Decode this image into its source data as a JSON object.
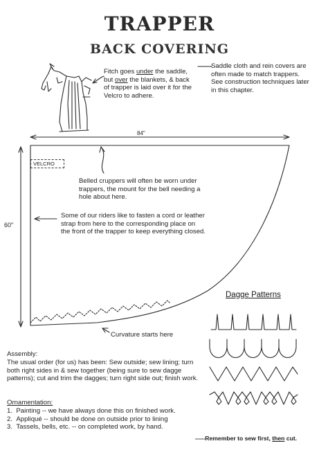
{
  "header": {
    "title": "TRAPPER",
    "subtitle": "BACK COVERING"
  },
  "notes": {
    "fitch": {
      "part1": "Fitch goes ",
      "under": "under",
      "part2": " the saddle, but ",
      "over": "over",
      "part3": " the blankets, & back of trapper is laid over it for the Velcro to adhere."
    },
    "saddle_cloth": "Saddle cloth and rein covers are often made to match trappers.  See construction techniques later in this chapter.",
    "belled_cruppers": "Belled cruppers will often be worn under trappers, the mount for the bell needing a hole about here.",
    "cord_strap": "Some of our riders like to fasten a cord or leather strap from here to the corresponding place on the front of the trapper to keep everything closed.",
    "curvature": "Curvature starts here"
  },
  "dimensions": {
    "width": "84\"",
    "height": "60\""
  },
  "velcro_label": "VELCRO",
  "dagge_title": "Dagge Patterns",
  "assembly": {
    "heading": "Assembly:",
    "text": "The usual order (for us) has been: Sew outside; sew lining; turn both right sides in & sew together (being sure to sew dagge patterns); cut and trim the dagges; turn right side out; finish work."
  },
  "ornamentation": {
    "heading": "Ornamentation:",
    "items": [
      {
        "num": "1.",
        "text": "Painting -- we have always done this on finished work."
      },
      {
        "num": "2.",
        "text": "Appliqué -- should be done on outside prior to lining"
      },
      {
        "num": "3.",
        "text": "Tassels, bells, etc. -- on completed work, by hand."
      }
    ]
  },
  "footer": {
    "prefix": "-----Remember to sew first, ",
    "then": "then",
    "suffix": " cut."
  }
}
